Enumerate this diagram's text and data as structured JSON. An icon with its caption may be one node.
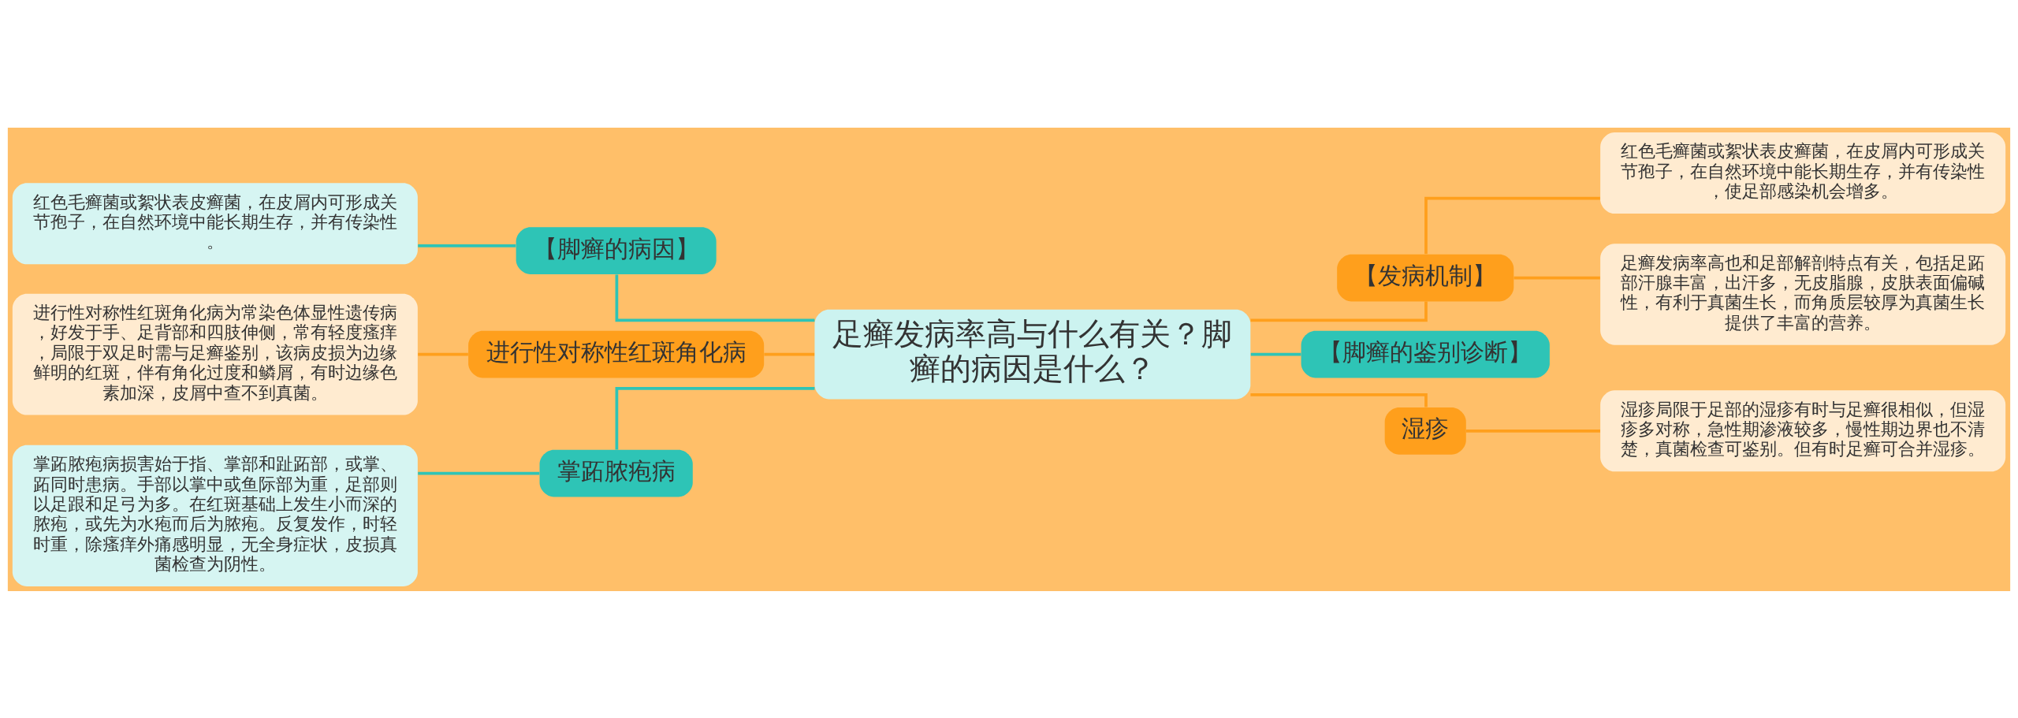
{
  "diagram": {
    "nodes": [
      {
        "text": [
          "足癣发病率高与什么有关？脚癣的病因是什么？"
        ]
      },
      {
        "text": [
          "【脚癣的病因】"
        ]
      },
      {
        "text": [
          "红色毛癣菌或絮状表皮癣菌，在皮屑内可形成关节孢子，在自然环境中能长期生存，并有传染性。"
        ]
      },
      {
        "text": [
          "进行性对称性红斑角化病"
        ]
      },
      {
        "text": [
          "进行性对称性红斑角化病为常染色体显性遗传病，好发于手、足背部和四肢伸侧，常有轻度瘙痒，局限于双足时需与足癣鉴别，该病皮损为边缘鲜明的红斑，伴有角化过度和鳞屑，有时边缘色素加深，皮屑中查不到真菌。"
        ]
      },
      {
        "text": [
          "掌跖脓疱病"
        ]
      },
      {
        "text": [
          "掌跖脓疱病损害始于指、掌部和趾跖部，或掌、跖同时患病。手部以掌中或鱼际部为重，足部则以足跟和足弓为多。在红斑基础上发生小而深的脓疱，或先为水疱而后为脓疱。反复发作，时轻时重，除瘙痒外痛感明显，无全身症状，皮损真菌检查为阴性。"
        ]
      },
      {
        "text": [
          "【发病机制】"
        ]
      },
      {
        "text": [
          "红色毛癣菌或絮状表皮癣菌，在皮屑内可形成关节孢子，在自然环境中能长期生存，并有传染性，使足部感染机会增多。"
        ]
      },
      {
        "text": [
          "足癣发病率高也和足部解剖特点有关，包括足跖部汗腺丰富，出汗多，无皮脂腺，皮肤表面偏碱性，有利于真菌生长，而角质层较厚为真菌生长提供了丰富的营养。"
        ]
      },
      {
        "text": [
          "【脚癣的鉴别诊断】"
        ]
      },
      {
        "text": [
          "湿疹"
        ]
      },
      {
        "text": [
          "湿疹局限于足部的湿疹有时与足癣很相似，但湿疹多对称，急性期渗液较多，慢性期边界也不清楚，真菌检查可鉴别。但有时足癣可合并湿疹。"
        ]
      }
    ],
    "edges": [
      {
        "from": 0,
        "to": 1,
        "arrow": "none",
        "color": "#2ec4b6"
      },
      {
        "from": 1,
        "to": 2,
        "arrow": "none",
        "color": "#2ec4b6"
      },
      {
        "from": 0,
        "to": 3,
        "arrow": "none"
      },
      {
        "from": 3,
        "to": 4,
        "arrow": "none"
      },
      {
        "from": 0,
        "to": 5,
        "arrow": "none",
        "color": "#2ec4b6"
      },
      {
        "from": 5,
        "to": 6,
        "arrow": "none",
        "color": "#2ec4b6"
      },
      {
        "from": 0,
        "to": 7,
        "arrow": "none"
      },
      {
        "from": 7,
        "to": 8,
        "arrow": "none"
      },
      {
        "from": 7,
        "to": 9,
        "arrow": "none"
      },
      {
        "from": 0,
        "to": 10,
        "arrow": "none",
        "color": "#2ec4b6"
      },
      {
        "from": 0,
        "to": 11,
        "arrow": "none"
      },
      {
        "from": 11,
        "to": 12,
        "arrow": "none"
      }
    ]
  }
}
